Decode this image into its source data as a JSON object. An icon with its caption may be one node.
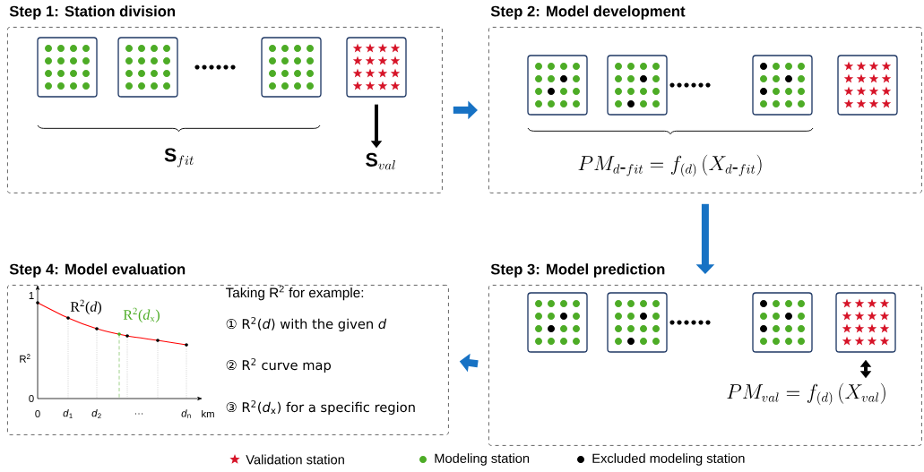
{
  "diagram": {
    "nodes": [
      {
        "text": [
          "Step 1: Station division"
        ]
      },
      {
        "text": [],
        "shape": "box",
        "in": 0
      },
      {
        "text": [],
        "shape": "box",
        "in": 0
      },
      {
        "text": [],
        "shape": "box",
        "in": 0
      },
      {
        "text": [],
        "shape": "box",
        "in": 0
      },
      {
        "text": [
          "\\mathbf{S}_{val}"
        ],
        "in": 0
      },
      {
        "text": [
          "Step 2: Model development"
        ]
      },
      {
        "text": [],
        "shape": "box",
        "in": 6
      },
      {
        "text": [],
        "shape": "box",
        "in": 6
      },
      {
        "text": [],
        "shape": "box",
        "in": 6
      },
      {
        "text": [],
        "shape": "box",
        "in": 6
      },
      {
        "text": [
          "Step 3: Model prediction"
        ]
      },
      {
        "text": [],
        "shape": "box",
        "in": 11
      },
      {
        "text": [],
        "shape": "box",
        "in": 11
      },
      {
        "text": [],
        "shape": "box",
        "in": 11
      },
      {
        "text": [],
        "shape": "box",
        "in": 11
      },
      {
        "text": [
          "PM_{val} = f_{(d)}\\left(X_{val}\\right)"
        ],
        "in": 11
      },
      {
        "text": [
          "Step 4: Model evaluation"
        ]
      }
    ],
    "edges": [
      {
        "from": 0,
        "to": 6,
        "arrow": "to"
      },
      {
        "from": 4,
        "to": 5,
        "arrow": "to",
        "color": "#000000"
      },
      {
        "from": 6,
        "to": 11,
        "arrow": "to"
      },
      {
        "from": 11,
        "to": 17,
        "arrow": "to"
      },
      {
        "from": 15,
        "to": 16,
        "arrow": "both",
        "color": "#000000"
      }
    ],
    "labels": [
      "\\mathbf{S}_{fit}",
      "PM_{d\\mbox{-}fit} = f_{(d)}\\left(X_{d\\mbox{-}fit}\\right)",
      "1",
      "R$^{2}$",
      "0",
      "R$^{2}$(*d*)",
      "R$^{2}$(*d*$_{x}$)",
      "0",
      "*d*$_{1}$",
      "*d*$_{2}$",
      "…",
      "*d*$_{n}$",
      "km",
      "Taking R$^{2}$ for example:",
      "① R$^{2}$(*d*) with the given *d*",
      "② R$^{2}$ curve map",
      "③ R$^{2}$(*d*$_{x}$) for a specific region"
    ],
    "legend": [
      {
        "text": "Validation station"
      },
      {
        "text": "Modeling station"
      },
      {
        "text": "Excluded modeling station"
      }
    ]
  }
}
